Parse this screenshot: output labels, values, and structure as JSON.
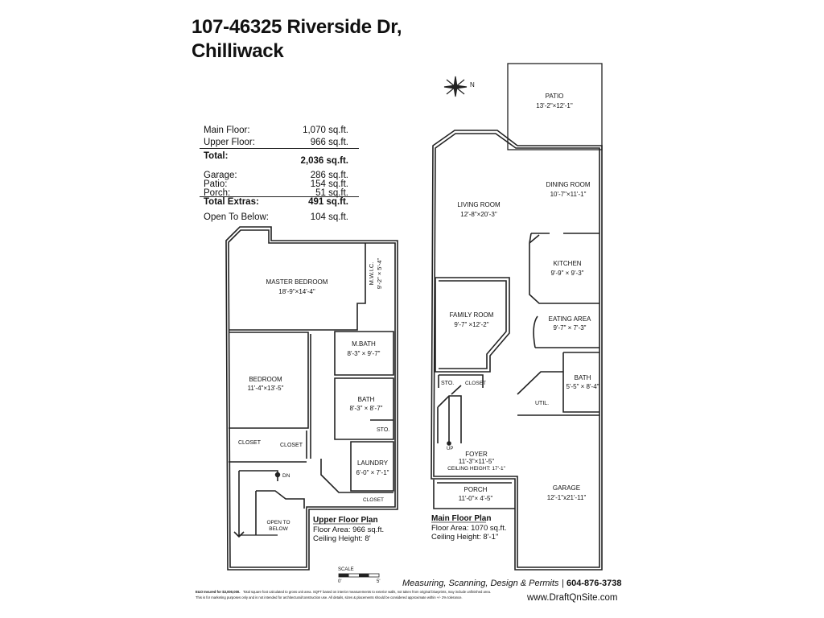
{
  "header": {
    "address_line1": "107-46325 Riverside Dr,",
    "address_line2": "Chilliwack"
  },
  "summary": {
    "main_floor": {
      "label": "Main Floor:",
      "value": "1,070 sq.ft."
    },
    "upper_floor": {
      "label": "Upper Floor:",
      "value": "966 sq.ft."
    },
    "total": {
      "label": "Total:",
      "value": "2,036 sq.ft."
    },
    "garage": {
      "label": "Garage:",
      "value": "286 sq.ft."
    },
    "patio": {
      "label": "Patio:",
      "value": "154 sq.ft."
    },
    "porch": {
      "label": "Porch:",
      "value": "51 sq.ft."
    },
    "total_extras": {
      "label": "Total Extras:",
      "value": "491 sq.ft."
    },
    "open_to_below": {
      "label": "Open To Below:",
      "value": "104 sq.ft."
    }
  },
  "upper_floor": {
    "rooms": {
      "master_bedroom": {
        "name": "MASTER BEDROOM",
        "dims": "18'-9\"×14'-4\""
      },
      "mwic": {
        "name": "M.W.I.C.",
        "dims": "9'-2\" × 5'-4\""
      },
      "mbath": {
        "name": "M.BATH",
        "dims": "8'-3\" × 9'-7\""
      },
      "bedroom": {
        "name": "BEDROOM",
        "dims": "11'-4\"×13'-5\""
      },
      "bath": {
        "name": "BATH",
        "dims": "8'-3\" × 8'-7\""
      },
      "sto": {
        "name": "STO."
      },
      "closet1": {
        "name": "CLOSET"
      },
      "closet2": {
        "name": "CLOSET"
      },
      "laundry": {
        "name": "LAUNDRY",
        "dims": "6'-0\" × 7'-1\""
      },
      "closet3": {
        "name": "CLOSET"
      },
      "dn": {
        "name": "DN"
      },
      "open_to_below": {
        "line1": "OPEN TO",
        "line2": "BELOW"
      }
    },
    "caption": {
      "title": "Upper Floor Plan",
      "area": "Floor Area: 966 sq.ft.",
      "ceiling": "Ceiling Height: 8'"
    }
  },
  "main_floor": {
    "rooms": {
      "patio": {
        "name": "PATIO",
        "dims": "13'-2\"×12'-1\""
      },
      "dining_room": {
        "name": "DINING ROOM",
        "dims": "10'-7\"×11'-1\""
      },
      "living_room": {
        "name": "LIVING ROOM",
        "dims": "12'-8\"×20'-3\""
      },
      "kitchen": {
        "name": "KITCHEN",
        "dims": "9'-9\" × 9'-3\""
      },
      "family_room": {
        "name": "FAMILY ROOM",
        "dims": "9'-7\" ×12'-2\""
      },
      "eating_area": {
        "name": "EATING AREA",
        "dims": "9'-7\" × 7'-3\""
      },
      "sto": {
        "name": "STO."
      },
      "closet": {
        "name": "CLOSET"
      },
      "bath": {
        "name": "BATH",
        "dims": "5'-5\" × 8'-4\""
      },
      "util": {
        "name": "UTIL."
      },
      "up": {
        "name": "UP"
      },
      "foyer": {
        "name": "FOYER",
        "dims": "11'-3\"×11'-5\"",
        "ceiling": "CEILING HEIGHT: 17'-1\""
      },
      "porch": {
        "name": "PORCH",
        "dims": "11'-0\"× 4'-5\""
      },
      "garage": {
        "name": "GARAGE",
        "dims": "12'-1\"x21'-11\""
      }
    },
    "caption": {
      "title": "Main Floor Plan",
      "area": "Floor Area: 1070 sq.ft.",
      "ceiling": "Ceiling Height: 8'-1\""
    }
  },
  "compass": {
    "label": "N"
  },
  "scale": {
    "label": "SCALE",
    "start": "0'",
    "end": "5'"
  },
  "footer": {
    "services": "Measuring, Scanning, Design & Permits",
    "phone": "604-876-3738",
    "website": "www.DraftQnSite.com",
    "disclaimer1": "E&O Insured for $3,000,000.",
    "disclaimer2": "Total square foot calculated to gross unit area. SQFT based on interior measurements to exterior walls, not taken from original blueprints, may include unfinished area.",
    "disclaimer3": "This is for marketing purposes only and is not intended for architectural/construction use.  All details, sizes & placements should be considered approximate within +/- 2% tolerance."
  }
}
